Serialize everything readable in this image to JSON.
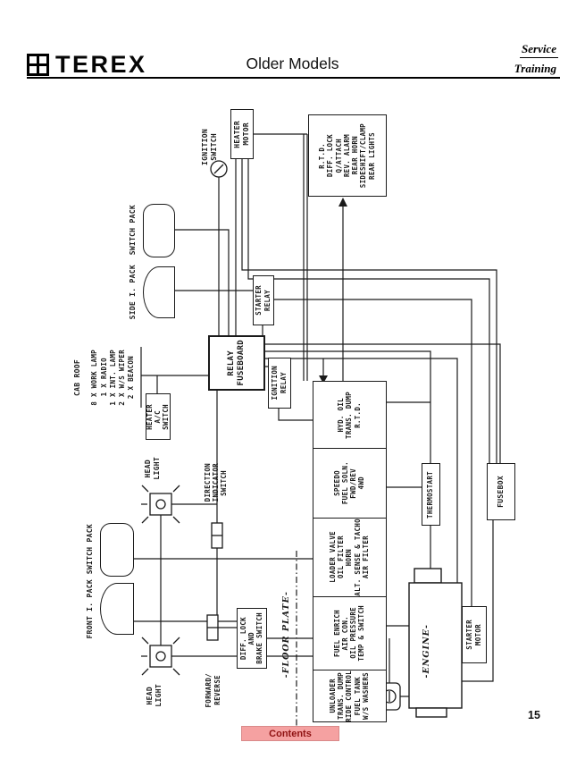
{
  "colors": {
    "ink": "#1a1a1a",
    "button-bg": "#f5a1a1",
    "button-text": "#8f1212",
    "button-border": "#d98a8a"
  },
  "header": {
    "brand": "TEREX",
    "title": "Older Models",
    "tag_line1": "Service",
    "tag_line2": "Training"
  },
  "footer": {
    "page_number": "15",
    "contents_label": "Contents"
  },
  "diagram": {
    "ignition_switch": [
      "IGNITION",
      "SWITCH"
    ],
    "heater_motor": [
      "HEATER",
      "MOTOR"
    ],
    "rear_loom": [
      "R.T.D.",
      "DIFF. LOCK",
      "Q/ATTACH",
      "REV. ALARM",
      "REAR HORN",
      "SIDESHIFT/CLAMP",
      "REAR LIGHTS"
    ],
    "switch_pack_top": "SWITCH PACK",
    "side_i_pack": "SIDE I. PACK",
    "starter_relay": [
      "STARTER",
      "RELAY"
    ],
    "relay_fuseboard": [
      "RELAY",
      "FUSEBOARD"
    ],
    "ignition_relay": [
      "IGNITION",
      "RELAY"
    ],
    "cab_roof_title": "CAB ROOF",
    "cab_roof_items": [
      "8 X WORK LAMP",
      "1 X RADIO",
      "1 X INT. LAMP",
      "2 X W/S WIPER",
      "2 X BEACON"
    ],
    "heater_ac_switch": [
      "HEATER",
      "A/C",
      "SWITCH"
    ],
    "head_light_top": [
      "HEAD",
      "LIGHT"
    ],
    "direction_indicator_switch": [
      "DIRECTION",
      "INDICATOR",
      "SWITCH"
    ],
    "switch_pack_left": "SWITCH PACK",
    "front_i_pack": "FRONT I. PACK",
    "head_light_bottom": [
      "HEAD",
      "LIGHT"
    ],
    "forward_reverse": [
      "FORWARD/",
      "REVERSE"
    ],
    "diff_lock_brake": [
      "DIFF. LOCK",
      "AND",
      "BRAKE SWITCH"
    ],
    "floor_plate": "-FLOOR PLATE-",
    "services_sections": [
      [
        "HYD. OIL",
        "TRANS. DUMP",
        "R.T.D."
      ],
      [
        "SPEEDO",
        "FUEL SOLN.",
        "FWD/REV",
        "4WD"
      ],
      [
        "LOADER VALVE",
        "OIL FILTER",
        "HORN",
        "ALT. SENSE & TACHO",
        "AIR FILTER"
      ],
      [
        "FUEL ENRICH",
        "AIR CON.",
        "OIL PRESSURE",
        "TEMP & SWITCH"
      ],
      [
        "UNLOADER",
        "TRANS. DUMP",
        "RIDE CONTROL",
        "FUEL TANK",
        "W/S WASHERS"
      ]
    ],
    "thermostart": "THERMOSTART",
    "fusebox": "FUSEBOX",
    "starter_motor": [
      "STARTER",
      "MOTOR"
    ],
    "engine": "-ENGINE-"
  }
}
